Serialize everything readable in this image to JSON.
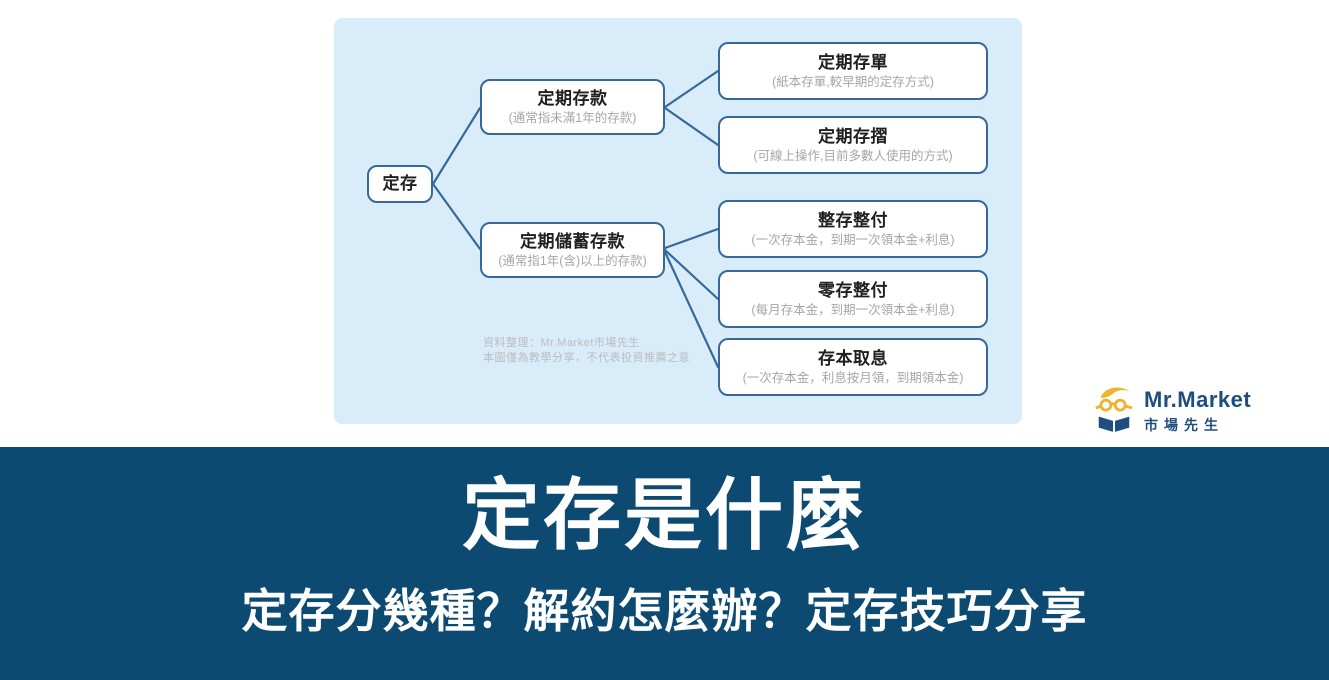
{
  "diagram": {
    "root": {
      "label": "定存"
    },
    "branches": [
      {
        "title": "定期存款",
        "subtitle": "(通常指未滿1年的存款)"
      },
      {
        "title": "定期儲蓄存款",
        "subtitle": "(通常指1年(含)以上的存款)"
      }
    ],
    "leaves": [
      {
        "title": "定期存單",
        "subtitle": "(紙本存單,較早期的定存方式)",
        "parent": "定期存款"
      },
      {
        "title": "定期存摺",
        "subtitle": "(可線上操作,目前多數人使用的方式)",
        "parent": "定期存款"
      },
      {
        "title": "整存整付",
        "subtitle": "(一次存本金，到期一次領本金+利息)",
        "parent": "定期儲蓄存款"
      },
      {
        "title": "零存整付",
        "subtitle": "(每月存本金，到期一次領本金+利息)",
        "parent": "定期儲蓄存款"
      },
      {
        "title": "存本取息",
        "subtitle": "(一次存本金，利息按月領，到期領本金)",
        "parent": "定期儲蓄存款"
      }
    ],
    "watermark": {
      "line1": "資料整理：Mr.Market市場先生",
      "line2": "本圖僅為教學分享，不代表投資推薦之意"
    }
  },
  "logo": {
    "brand": "Mr.Market",
    "brand_zh": "市場先生",
    "mascot_icon": "mrmarket-mascot-icon"
  },
  "banner": {
    "title": "定存是什麼",
    "subtitle": "定存分幾種？解約怎麼辦？定存技巧分享"
  },
  "colors": {
    "panel_bg": "#d9ecfa",
    "node_border": "#36699a",
    "node_title": "#1f1f1f",
    "node_subtitle": "#a6a6a6",
    "banner_bg": "#0c4a72",
    "banner_text": "#ffffff",
    "brand_navy": "#1e4e7e",
    "brand_yellow": "#f0b32d",
    "watermark_gray": "#bcbcbe"
  }
}
